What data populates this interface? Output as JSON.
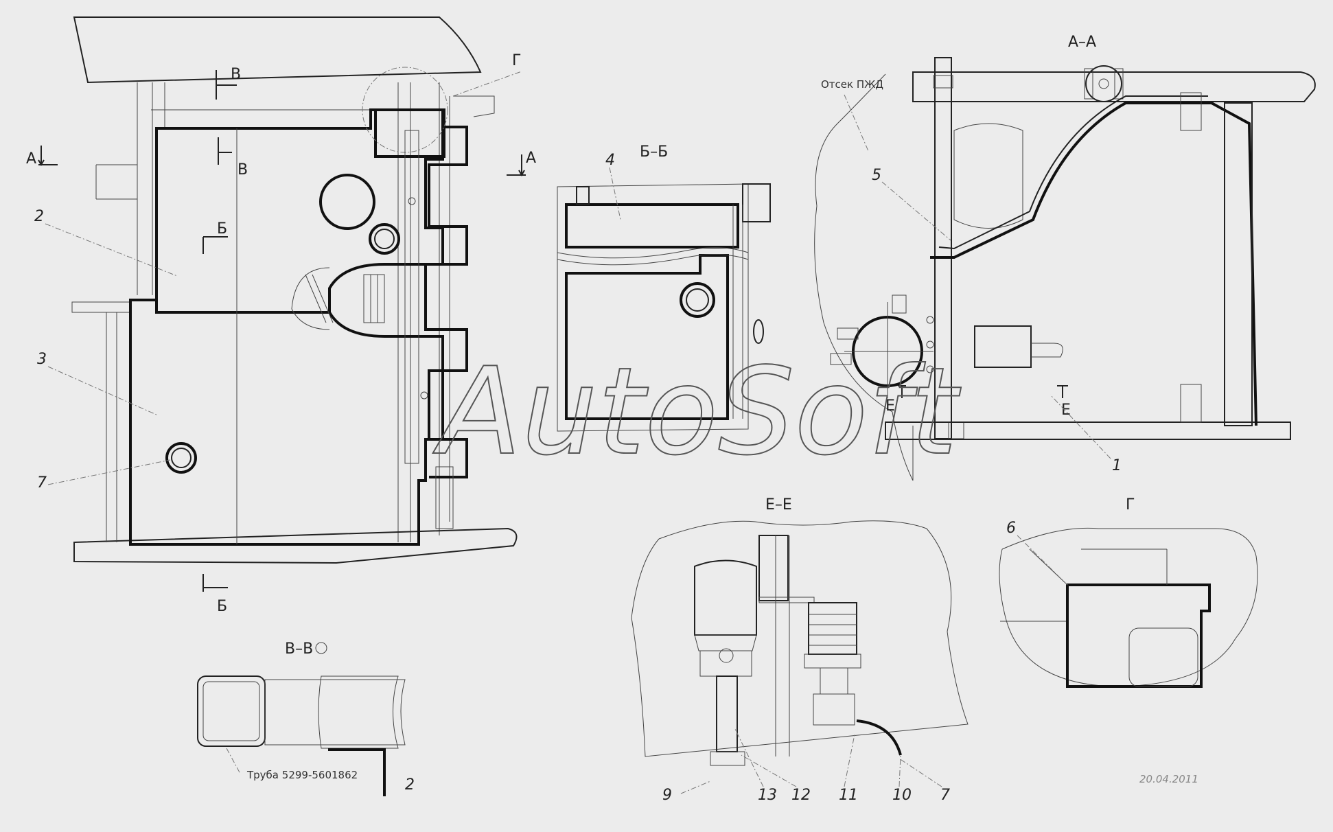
{
  "section_labels": {
    "aa": "А–А",
    "bb": "Б–Б",
    "ee": "Е–Е",
    "g": "Г",
    "vv": "В–В"
  },
  "cut_marks": {
    "a": "А",
    "b": "Б",
    "v": "В",
    "g": "Г",
    "e": "Е"
  },
  "callouts": [
    "1",
    "2",
    "3",
    "4",
    "5",
    "6",
    "7",
    "9",
    "10",
    "11",
    "12",
    "13"
  ],
  "notes": {
    "compartment": "Отсек ПЖД",
    "pipe": "Труба 5299-5601862"
  },
  "watermark": "AutoSoft",
  "date": "20.04.2011"
}
